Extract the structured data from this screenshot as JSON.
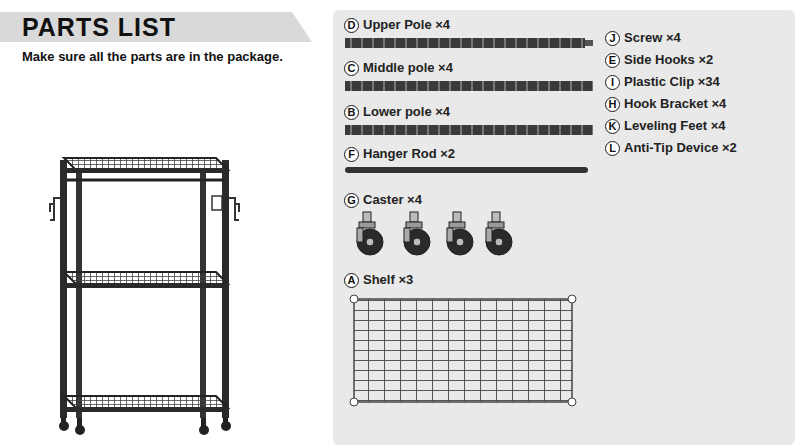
{
  "diagram": {
    "title": "PARTS LIST",
    "nodes": [
      {
        "text": [
          "D",
          "Upper Pole ×4"
        ]
      },
      {
        "text": [
          "C",
          "Middle pole ×4"
        ]
      },
      {
        "text": [
          "B",
          "Lower pole ×4"
        ]
      },
      {
        "text": [
          "F",
          "Hanger Rod ×2"
        ]
      },
      {
        "text": [
          "G",
          "Caster ×4"
        ]
      },
      {
        "text": [
          "A",
          "Shelf ×3"
        ]
      },
      {
        "text": [
          "J",
          "Screw ×4"
        ]
      },
      {
        "text": [
          "E",
          "Side Hooks ×2"
        ]
      },
      {
        "text": [
          "I",
          "Plastic Clip ×34"
        ]
      },
      {
        "text": [
          "H",
          "Hook Bracket ×4"
        ]
      },
      {
        "text": [
          "K",
          "Leveling Feet ×4"
        ]
      },
      {
        "text": [
          "L",
          "Anti-Tip Device ×2"
        ]
      }
    ],
    "labels": [
      "Make sure all the parts are in the package."
    ]
  }
}
